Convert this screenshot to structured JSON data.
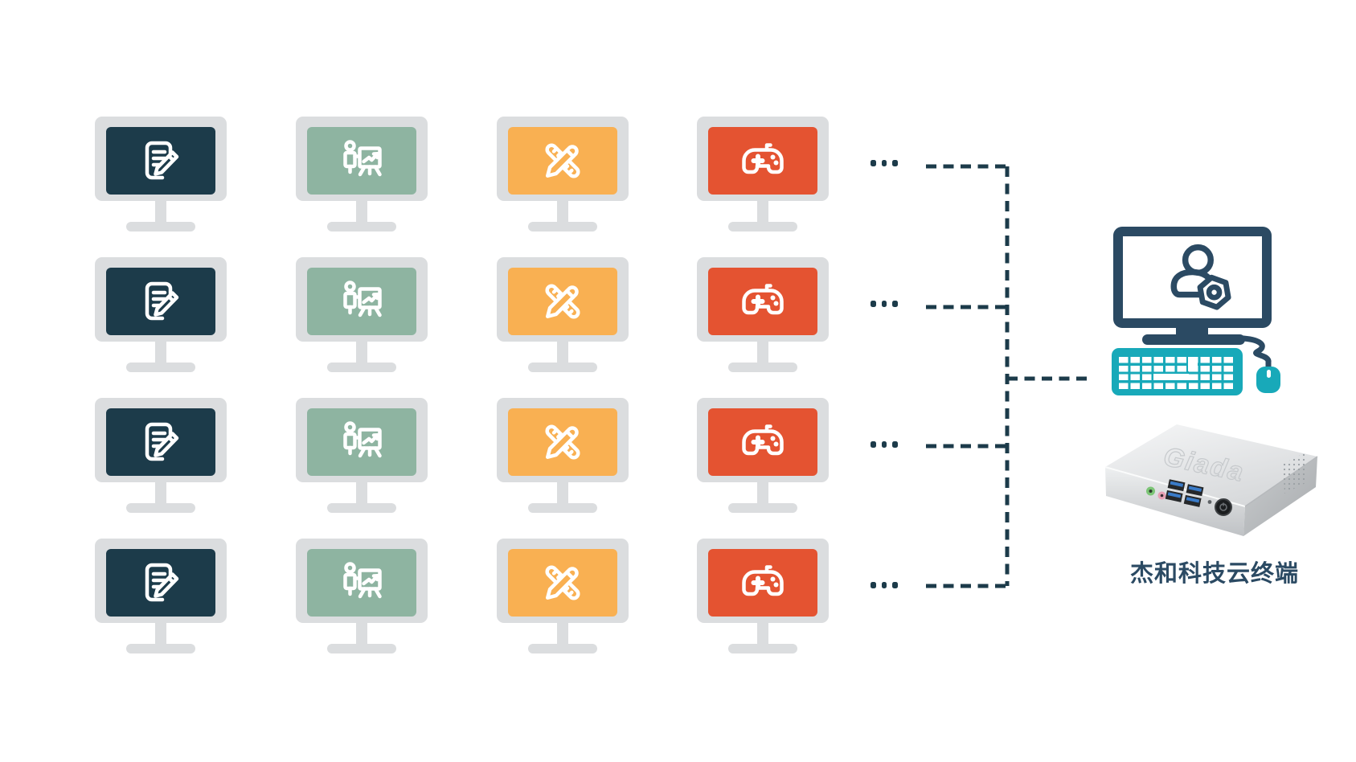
{
  "grid": {
    "rows": 4,
    "ellipsis": "...",
    "columns": [
      {
        "id": "document",
        "icon": "document-edit-icon",
        "symbol": "sym-doc",
        "screen_color": "#1c3b4a"
      },
      {
        "id": "presentation",
        "icon": "presentation-icon",
        "symbol": "sym-present",
        "screen_color": "#8eb4a1"
      },
      {
        "id": "design",
        "icon": "ruler-pencil-icon",
        "symbol": "sym-design",
        "screen_color": "#f9b052"
      },
      {
        "id": "gaming",
        "icon": "gamepad-icon",
        "symbol": "sym-game",
        "screen_color": "#e45331"
      }
    ]
  },
  "host": {
    "label": "杰和科技云终端",
    "device_logo": "Giada"
  },
  "colors": {
    "background": "#ffffff",
    "monitor_bezel": "#dbdddf",
    "host_navy": "#2b4a63",
    "keyboard_teal": "#18a9b9",
    "connector": "#1c3b4a",
    "label_text": "#2b4a63"
  }
}
